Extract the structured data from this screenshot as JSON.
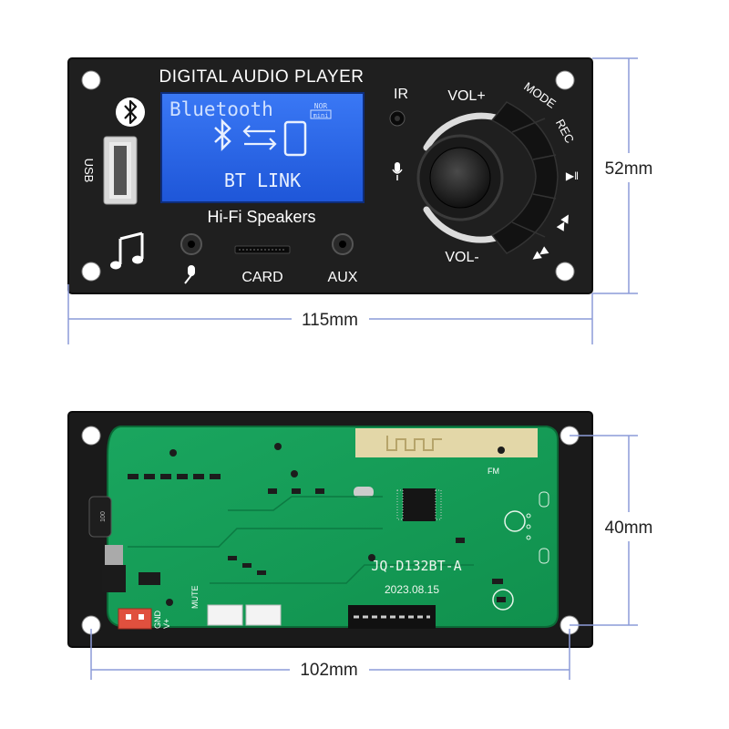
{
  "front": {
    "title": "DIGITAL AUDIO PLAYER",
    "lcd": {
      "line1": "Bluetooth",
      "nor": "NOR",
      "mode_icon": "mini",
      "line2": "BT LINK"
    },
    "brand": "Hi-Fi Speakers",
    "ir_label": "IR",
    "vol_up_label": "VOL+",
    "vol_down_label": "VOL-",
    "mode_label": "MODE",
    "rec_label": "REC",
    "usb_label": "USB",
    "card_label": "CARD",
    "aux_label": "AUX"
  },
  "back": {
    "model": "JQ-D132BT-A",
    "date": "2023.08.15",
    "mute_label": "MUTE",
    "gnd_label": "GND",
    "vplus_label": "V+",
    "fm_label": "FM"
  },
  "dimensions": {
    "front_width": "115mm",
    "front_height": "52mm",
    "back_width": "102mm",
    "back_height": "40mm"
  },
  "colors": {
    "panel": "#1f1f1f",
    "pcb": "#16a35a",
    "lcd": "#2f6cf0",
    "dimension_line": "#8c9bd8"
  }
}
